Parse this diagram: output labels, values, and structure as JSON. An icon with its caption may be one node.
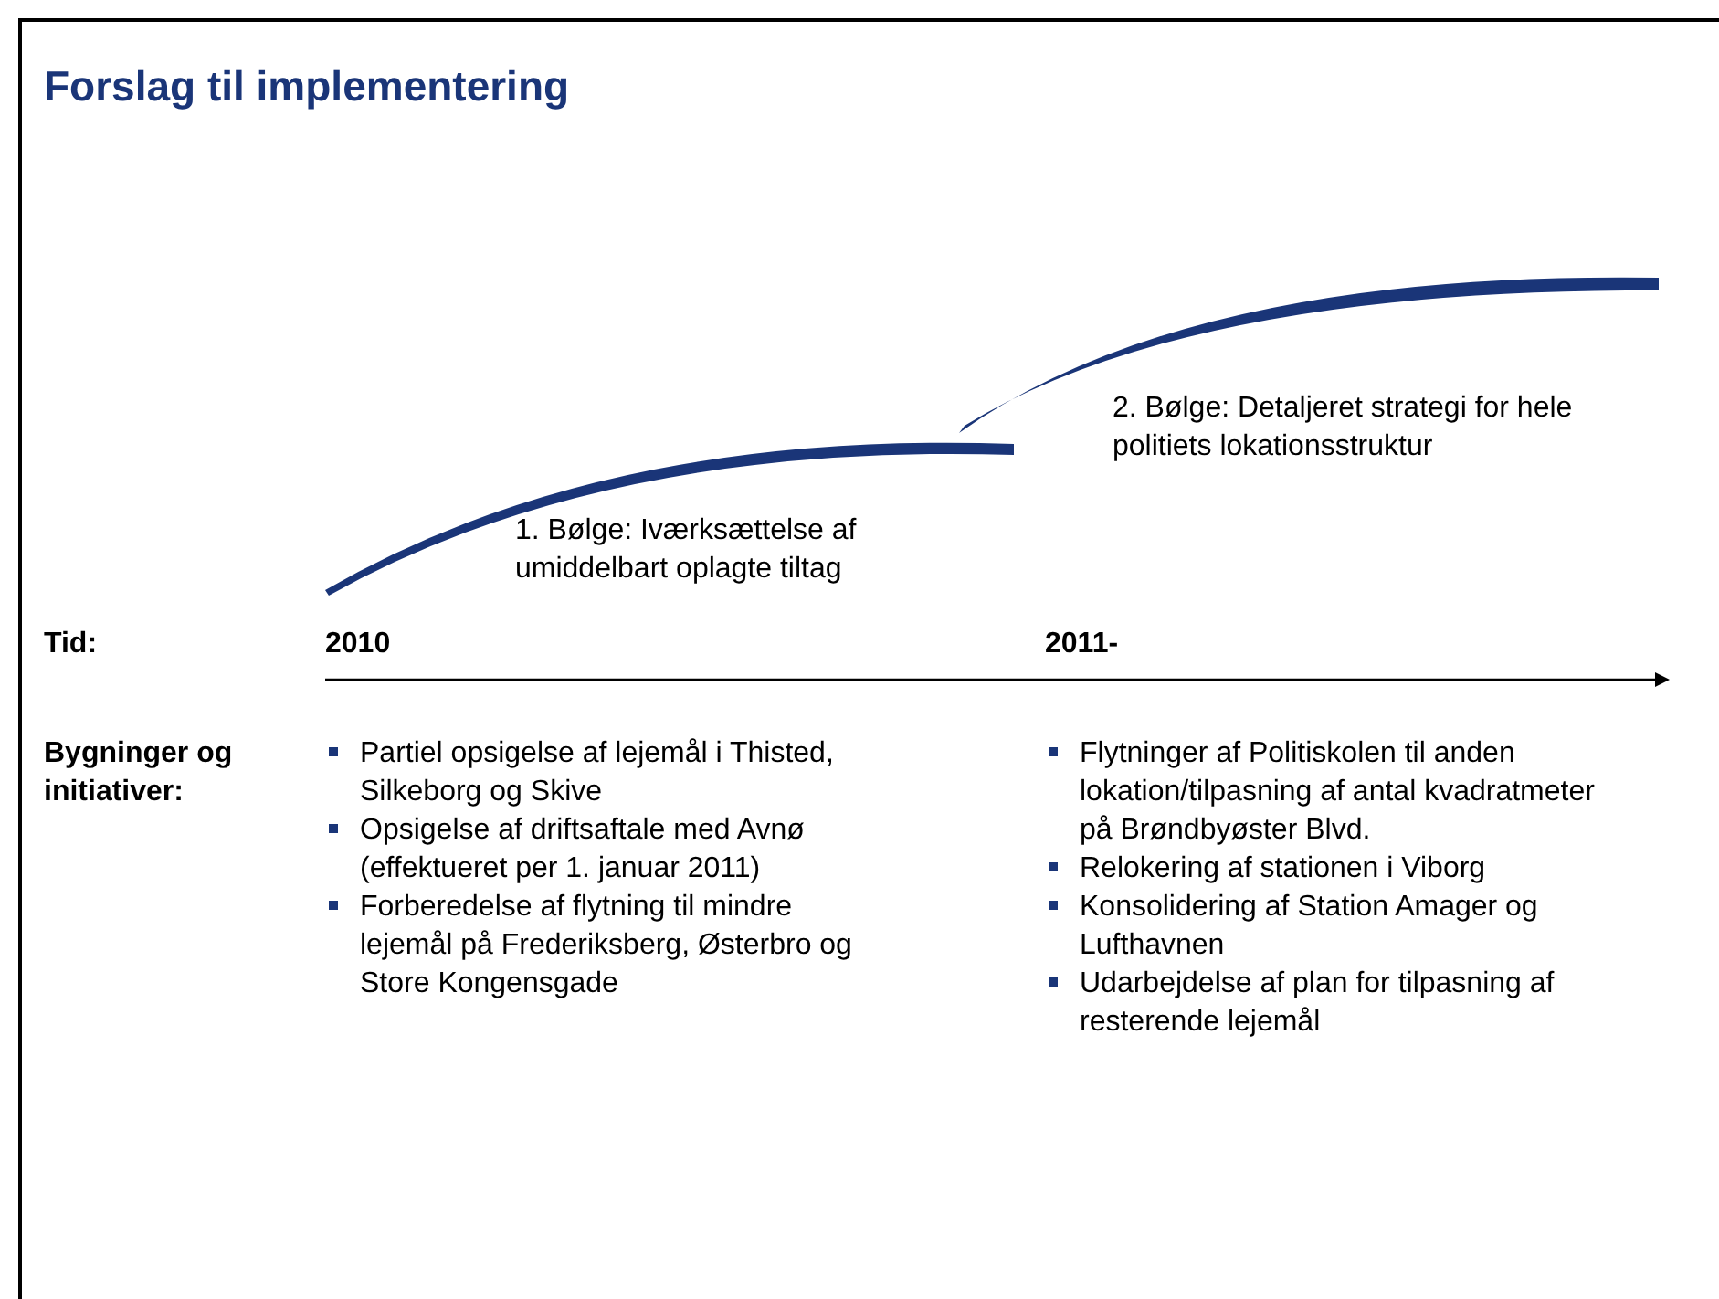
{
  "diagram": {
    "title": "Forslag til implementering",
    "labels": [
      "2. Bølge: Detaljeret strategi for hele politiets lokationsstruktur",
      "1. Bølge: Iværksættelse af umiddelbart oplagte tiltag",
      "Tid:",
      "2010",
      "2011-",
      "Bygninger og initiativer:",
      "Partiel opsigelse af lejemål i Thisted, Silkeborg og Skive",
      "Opsigelse af driftsaftale med Avnø (effektueret per 1. januar 2011)",
      "Forberedelse af flytning til mindre lejemål på Frederiksberg, Østerbro og Store Kongensgade",
      "Flytninger af Politiskolen til anden lokation/tilpasning af antal kvadratmeter på Brøndbyøster Blvd.",
      "Relokering af stationen i Viborg",
      "Konsolidering af Station Amager og Lufthavnen",
      "Udarbejdelse af plan for tilpasning af resterende lejemål"
    ]
  }
}
